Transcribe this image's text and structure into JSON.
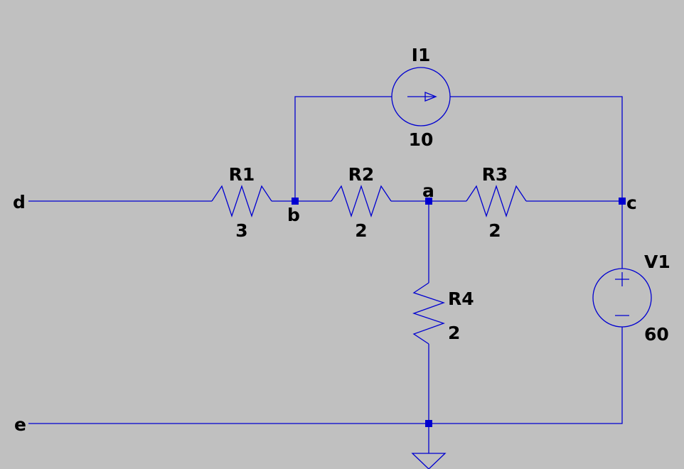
{
  "schematic": {
    "colors": {
      "background": "#c0c0c0",
      "wire": "#0000d0",
      "text": "#000000"
    },
    "nodes": {
      "a": "a",
      "b": "b",
      "c": "c",
      "d": "d",
      "e": "e"
    },
    "components": {
      "R1": {
        "name": "R1",
        "value": "3"
      },
      "R2": {
        "name": "R2",
        "value": "2"
      },
      "R3": {
        "name": "R3",
        "value": "2"
      },
      "R4": {
        "name": "R4",
        "value": "2"
      },
      "I1": {
        "name": "I1",
        "value": "10"
      },
      "V1": {
        "name": "V1",
        "value": "60"
      }
    }
  }
}
